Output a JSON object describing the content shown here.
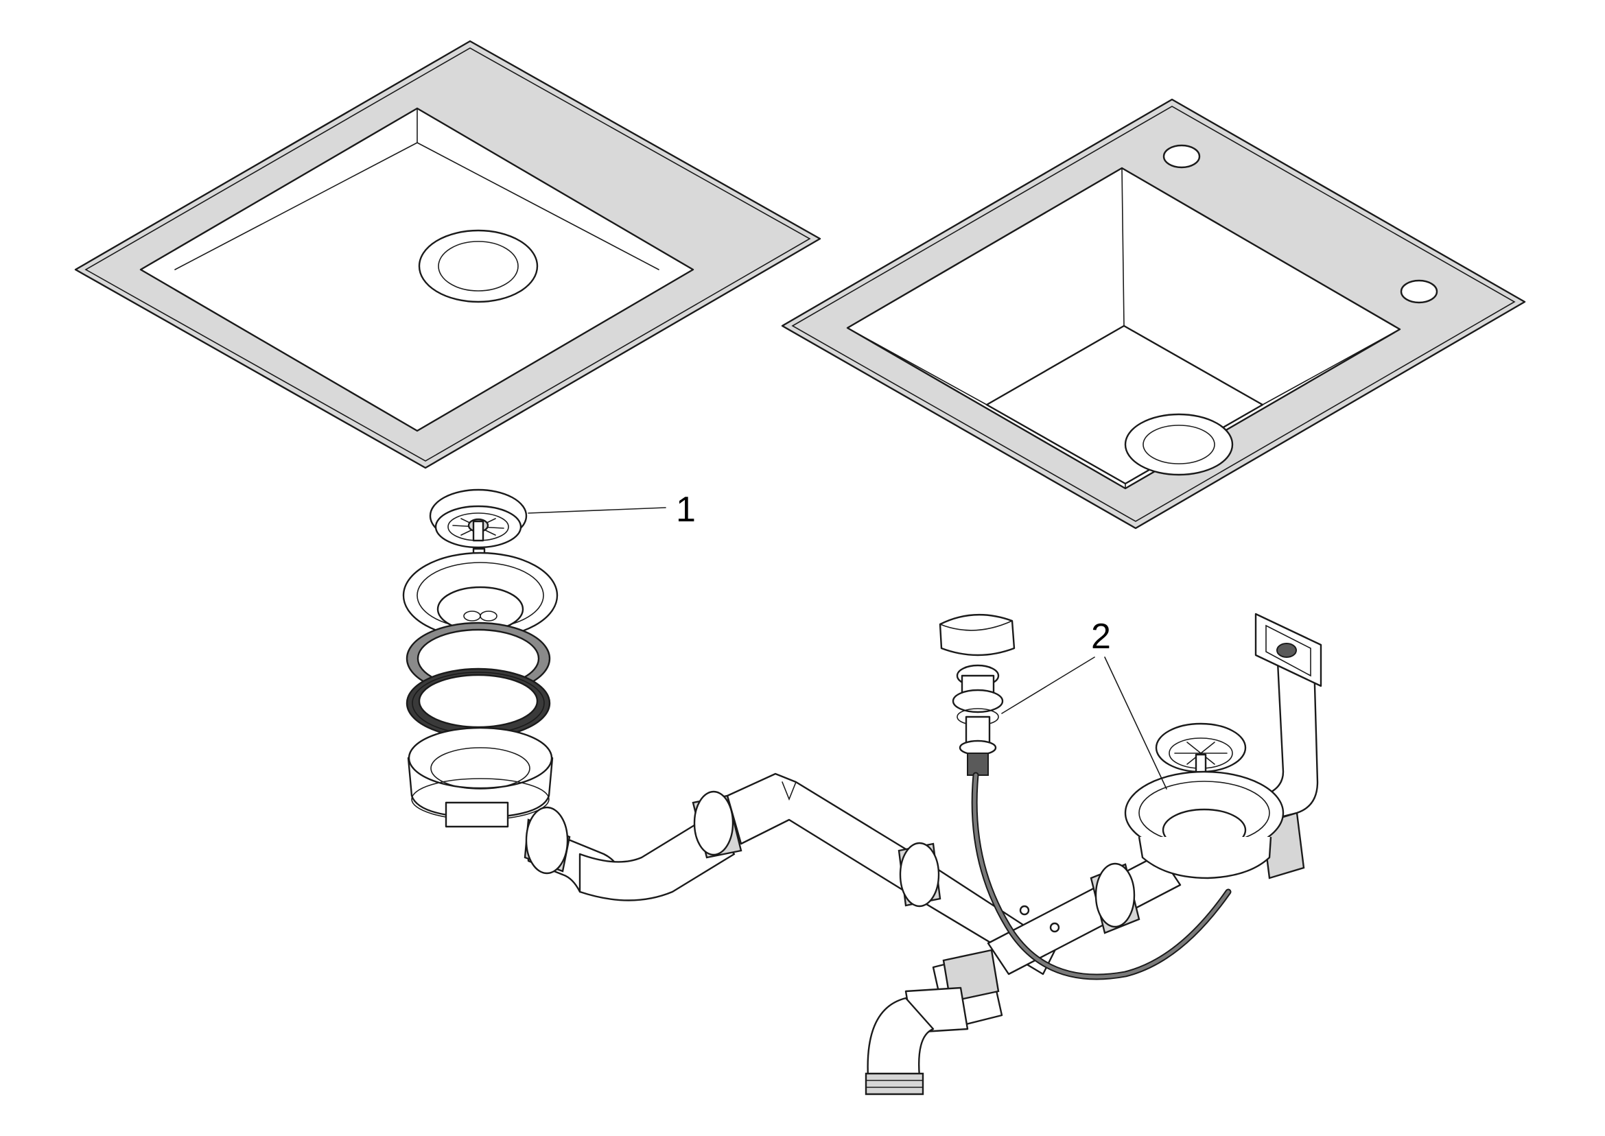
{
  "diagram": {
    "callouts": [
      {
        "id": "1",
        "label": "1"
      },
      {
        "id": "2",
        "label": "2"
      }
    ],
    "colors": {
      "line": "#1a1a1a",
      "rim_fill": "#d9d9d9",
      "background": "#ffffff",
      "cable": "#7a7a7a"
    }
  }
}
